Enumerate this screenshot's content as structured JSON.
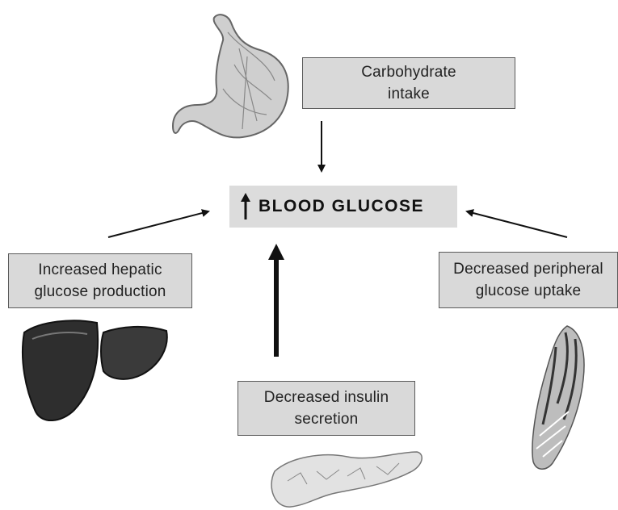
{
  "center": {
    "text": "BLOOD GLUCOSE"
  },
  "boxes": {
    "carbohydrate": {
      "line1": "Carbohydrate",
      "line2": "intake"
    },
    "hepatic": {
      "line1": "Increased hepatic",
      "line2": "glucose production"
    },
    "peripheral": {
      "line1": "Decreased peripheral",
      "line2": "glucose uptake"
    },
    "insulin": {
      "line1": "Decreased insulin",
      "line2": "secretion"
    }
  },
  "illustrations": [
    "stomach-icon",
    "liver-icon",
    "muscle-icon",
    "pancreas-icon"
  ],
  "colors": {
    "box_fill": "#d9d9d9",
    "box_border": "#5a5a5a",
    "ink": "#111111"
  }
}
